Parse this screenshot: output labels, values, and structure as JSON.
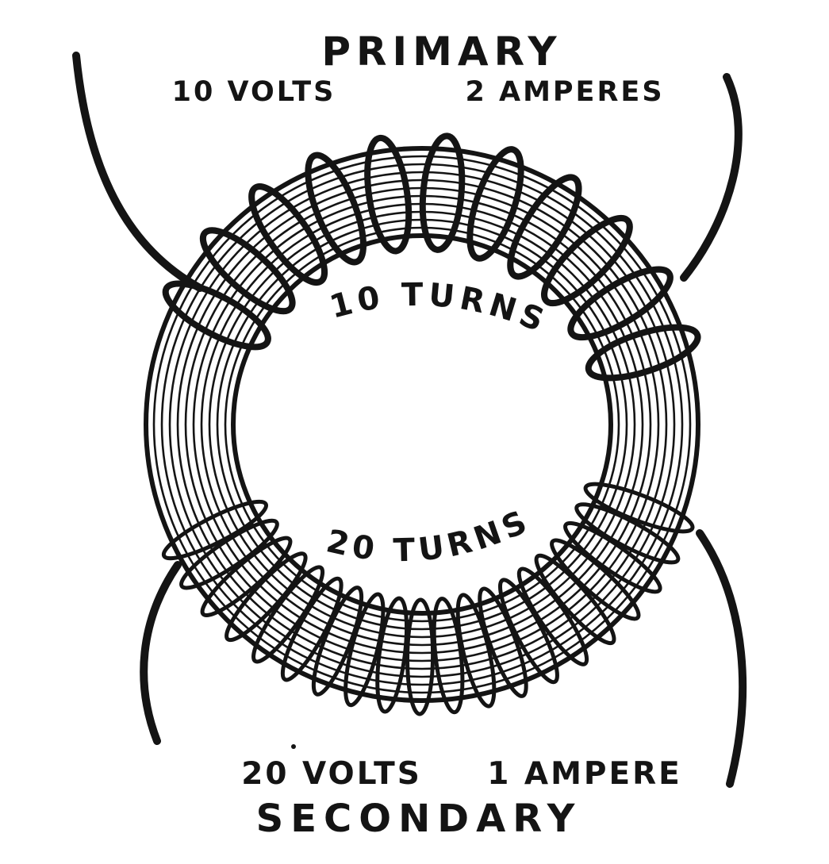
{
  "primary": {
    "label": "PRIMARY",
    "volts": "10 VOLTS",
    "amperes": "2 AMPERES",
    "turns_label": "10 TURNS",
    "turns": 10
  },
  "secondary": {
    "label": "SECONDARY",
    "volts": "20 VOLTS",
    "amperes": "1 AMPERE",
    "turns_label": "20 TURNS",
    "turns": 20
  },
  "colors": {
    "ink": "#141414",
    "background": "#ffffff"
  }
}
